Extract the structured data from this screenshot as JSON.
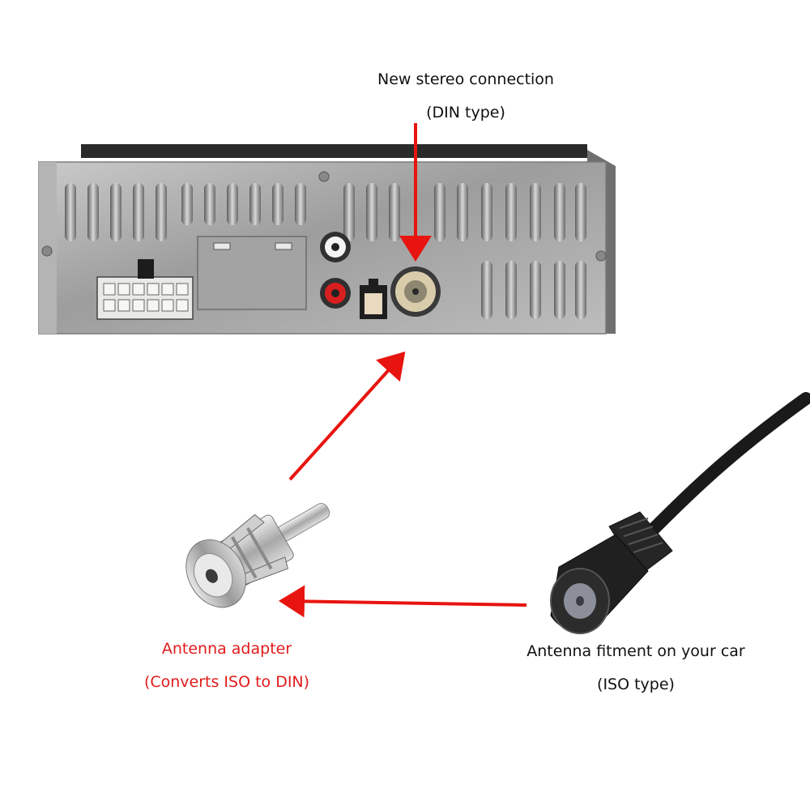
{
  "labels": {
    "stereo": {
      "line1": "New stereo connection",
      "line2": "(DIN type)"
    },
    "adapter": {
      "line1": "Antenna adapter",
      "line2": "(Converts ISO to DIN)"
    },
    "car": {
      "line1": "Antenna fitment on your car",
      "line2": "(ISO type)"
    }
  },
  "colors": {
    "arrow": "#e8140f",
    "label_text": "#111111",
    "adapter_text": "#e11b1b",
    "stereo_chassis": "#a9a9a9",
    "cable": "#1a1a1a"
  },
  "components": [
    {
      "name": "car-stereo-rear",
      "connectors": [
        "iso-wiring-block",
        "rca-white",
        "rca-red",
        "small-connector",
        "din-antenna-socket"
      ]
    },
    {
      "name": "antenna-adapter"
    },
    {
      "name": "iso-antenna-plug"
    }
  ]
}
